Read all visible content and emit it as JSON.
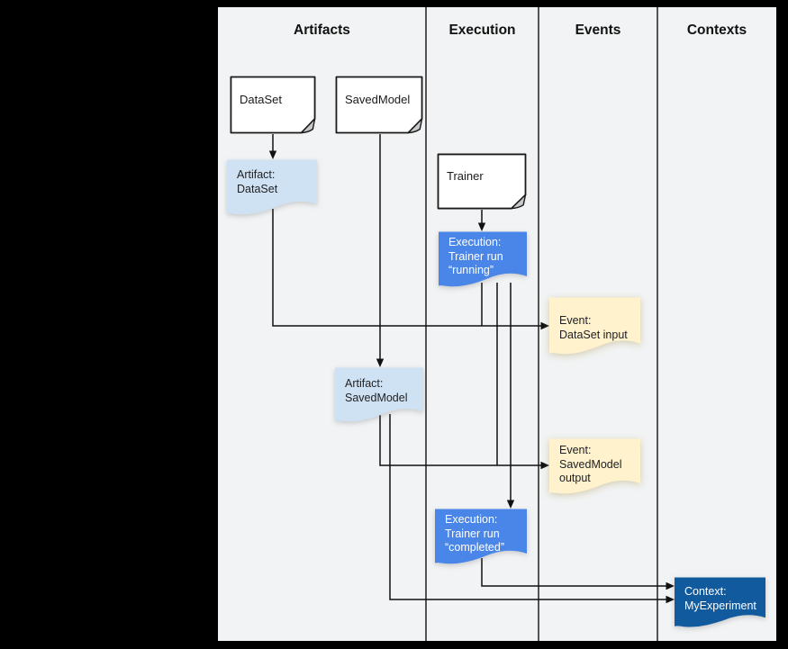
{
  "header": {
    "columns": [
      "Artifacts",
      "Execution",
      "Events",
      "Contexts"
    ]
  },
  "nodes": {
    "dataset_doc": {
      "label": "DataSet",
      "type": "artifact-type-document"
    },
    "savedmodel_doc": {
      "label": "SavedModel",
      "type": "artifact-type-document"
    },
    "trainer_doc": {
      "label": "Trainer",
      "type": "execution-type-document"
    },
    "artifact_dataset": {
      "label": "Artifact:\nDataSet",
      "type": "artifact"
    },
    "execution_running": {
      "label": "Execution:\nTrainer run\n“running”",
      "type": "execution"
    },
    "event_dataset_input": {
      "label": "Event:\nDataSet input",
      "type": "event"
    },
    "artifact_savedmodel": {
      "label": "Artifact:\nSavedModel",
      "type": "artifact"
    },
    "event_savedmodel_output": {
      "label": "Event:\nSavedModel\noutput",
      "type": "event"
    },
    "execution_completed": {
      "label": "Execution:\nTrainer run\n“completed”",
      "type": "execution"
    },
    "context_myexperiment": {
      "label": "Context:\nMyExperiment",
      "type": "context"
    }
  },
  "colors": {
    "page_bg": "#000000",
    "canvas_bg": "#f1f3f4",
    "document_fill": "#ffffff",
    "artifact_fill": "#cfe2f3",
    "execution_fill": "#4a86e8",
    "event_fill": "#fff2cc",
    "context_fill": "#115a9e",
    "line": "#111111"
  }
}
